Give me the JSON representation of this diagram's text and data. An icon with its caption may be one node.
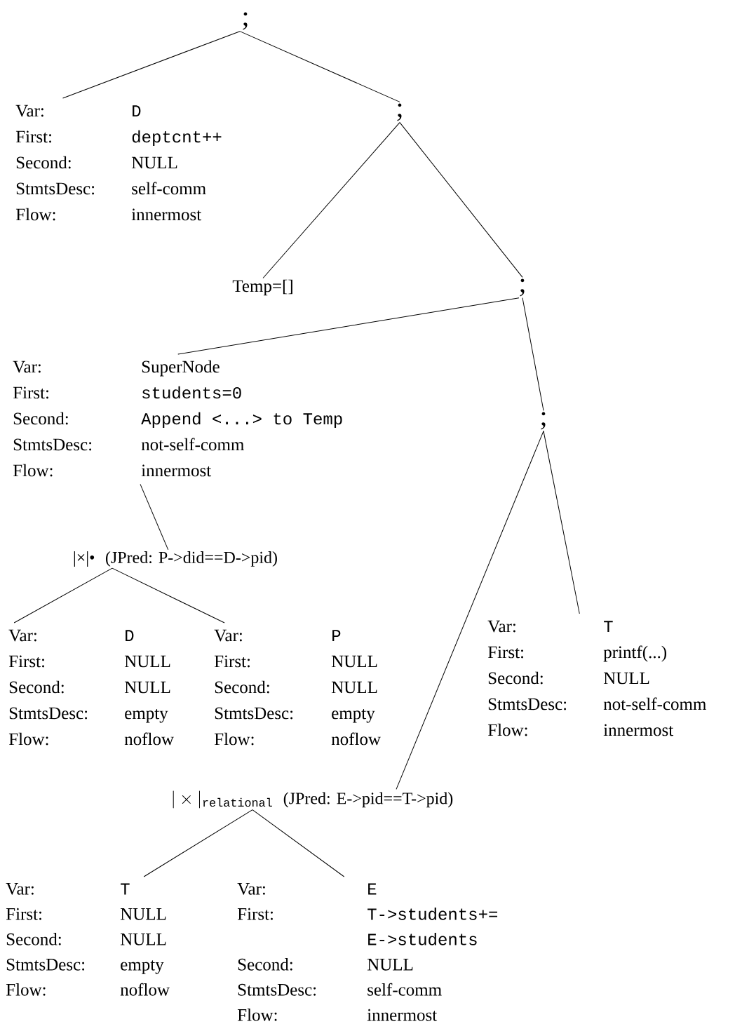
{
  "diagram": {
    "nodes": [
      {
        "text": [
          ";"
        ]
      },
      {
        "text": [
          "Var:",
          "D",
          "First:",
          "deptcnt++",
          "Second:",
          "NULL",
          "StmtsDesc:",
          "self-comm",
          "Flow:",
          "innermost"
        ]
      },
      {
        "text": [
          ";"
        ]
      },
      {
        "text": [
          "Temp=[]"
        ]
      },
      {
        "text": [
          ";"
        ]
      },
      {
        "text": [
          "Var:",
          "SuperNode",
          "First:",
          "students=0",
          "Second:",
          "Append <...> to Temp",
          "StmtsDesc:",
          "not-self-comm",
          "Flow:",
          "innermost"
        ]
      },
      {
        "text": [
          ";"
        ]
      },
      {
        "text": [
          "|×|•",
          "(JPred: P->did==D->pid)"
        ]
      },
      {
        "text": [
          "Var:",
          "D",
          "First:",
          "NULL",
          "Second:",
          "NULL",
          "StmtsDesc:",
          "empty",
          "Flow:",
          "noflow"
        ]
      },
      {
        "text": [
          "Var:",
          "P",
          "First:",
          "NULL",
          "Second:",
          "NULL",
          "StmtsDesc:",
          "empty",
          "Flow:",
          "noflow"
        ]
      },
      {
        "text": [
          "Var:",
          "T",
          "First:",
          "printf(...)",
          "Second:",
          "NULL",
          "StmtsDesc:",
          "not-self-comm",
          "Flow:",
          "innermost"
        ]
      },
      {
        "text": [
          "|\\times|_{\\mathtt{relational}}",
          "(JPred: E->pid==T->pid)"
        ]
      },
      {
        "text": [
          "Var:",
          "T",
          "First:",
          "NULL",
          "Second:",
          "NULL",
          "StmtsDesc:",
          "empty",
          "Flow:",
          "noflow"
        ]
      },
      {
        "text": [
          "Var:",
          "E",
          "First:",
          "T->students+= E->students",
          "Second:",
          "NULL",
          "StmtsDesc:",
          "self-comm",
          "Flow:",
          "innermost"
        ]
      }
    ],
    "edges": [
      {
        "from": 0,
        "to": 1,
        "arrow": "none"
      },
      {
        "from": 0,
        "to": 2,
        "arrow": "none"
      },
      {
        "from": 2,
        "to": 3,
        "arrow": "none"
      },
      {
        "from": 2,
        "to": 4,
        "arrow": "none"
      },
      {
        "from": 4,
        "to": 5,
        "arrow": "none"
      },
      {
        "from": 4,
        "to": 6,
        "arrow": "none"
      },
      {
        "from": 5,
        "to": 7,
        "arrow": "none"
      },
      {
        "from": 7,
        "to": 8,
        "arrow": "none"
      },
      {
        "from": 7,
        "to": 9,
        "arrow": "none"
      },
      {
        "from": 6,
        "to": 11,
        "arrow": "none"
      },
      {
        "from": 6,
        "to": 10,
        "arrow": "none"
      },
      {
        "from": 11,
        "to": 12,
        "arrow": "none"
      },
      {
        "from": 11,
        "to": 13,
        "arrow": "none"
      }
    ]
  }
}
